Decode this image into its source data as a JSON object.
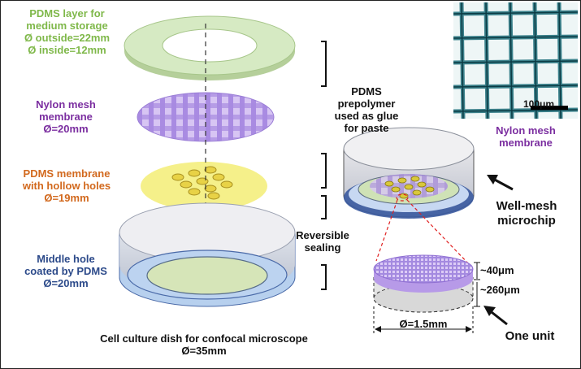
{
  "labels": {
    "pdms_layer_line1": "PDMS layer for",
    "pdms_layer_line2": "medium storage",
    "pdms_layer_outside": "Ø outside=22mm",
    "pdms_layer_inside": "Ø inside=12mm",
    "nylon_line1": "Nylon  mesh",
    "nylon_line2": "membrane",
    "nylon_line3": "Ø=20mm",
    "pdms_membrane_line1": "PDMS membrane",
    "pdms_membrane_line2": "with hollow holes",
    "pdms_membrane_line3": "Ø=19mm",
    "middle_line1": "Middle hole",
    "middle_line2": "coated by PDMS",
    "middle_line3": "Ø=20mm",
    "dish_line1": "Cell culture dish for confocal microscope",
    "dish_line2": "Ø=35mm",
    "glue_line1": "PDMS",
    "glue_line2": "prepolymer",
    "glue_line3": "used as glue",
    "glue_line4": "for paste",
    "sealing_line1": "Reversible",
    "sealing_line2": "sealing",
    "nylon_right_line1": "Nylon mesh",
    "nylon_right_line2": "membrane",
    "wellmesh_line1": "Well-mesh",
    "wellmesh_line2": "microchip",
    "dim_40": "~40μm",
    "dim_260": "~260μm",
    "dim_15": "Ø=1.5mm",
    "one_unit": "One unit",
    "scale_bar": "100μm"
  },
  "colors": {
    "pdms_green": "#7fb84a",
    "nylon_purple": "#7b2ea0",
    "membrane_orange": "#d2691e",
    "dish_blue": "#2c4a8a",
    "red_dashes": "#e02020"
  }
}
